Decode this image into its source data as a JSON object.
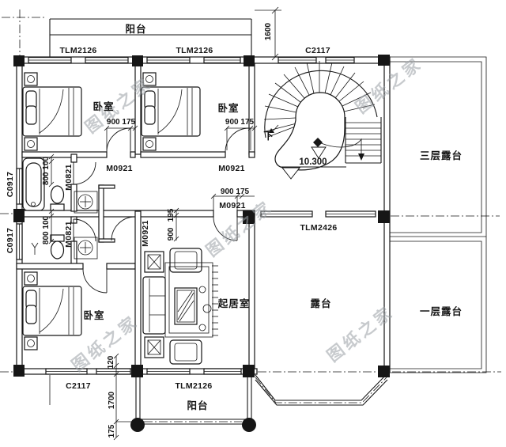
{
  "rooms": {
    "balcony_top": "阳台",
    "bedroom_1": "卧室",
    "bedroom_2": "卧室",
    "bedroom_3": "卧室",
    "living_room": "起居室",
    "terrace": "露台",
    "terrace_3f": "三层露台",
    "terrace_1f": "一层露台",
    "balcony_bottom": "阳台",
    "stair_direction": "下"
  },
  "openings": {
    "balcony_door_left": "TLM2126",
    "balcony_door_right": "TLM2126",
    "stair_window": "C2117",
    "bath_window_upper": "C0917",
    "bath_window_lower": "C0917",
    "bedroom1_door": "M0921",
    "bedroom2_door": "M0921",
    "hall_door": "M0921",
    "vestibule_door": "M0921",
    "bath_door_upper": "M0821",
    "bath_door_lower": "M0821",
    "terrace_door": "TLM2426",
    "bottom_window": "C2117",
    "bottom_balcony_door": "TLM2126"
  },
  "dimensions": {
    "stair_bay_depth": "1600",
    "bedroom1_door_dim": "900 175",
    "bedroom2_door_dim": "900 175",
    "hall_door_dim": "900 175",
    "hall_door_dim_v_a": "195",
    "hall_door_dim_v_b": "900",
    "bath_door_dim_upper": "800 100",
    "bath_door_dim_lower": "800 100",
    "wall_offset": "120",
    "balcony_depth": "1700",
    "balcony_edge": "175"
  },
  "elevation": {
    "stair_landing": "10.300"
  },
  "watermark": {
    "text": "图纸之家"
  },
  "colors": {
    "line": "#161616",
    "background": "#ffffff",
    "watermark": "#9aa0a6"
  }
}
